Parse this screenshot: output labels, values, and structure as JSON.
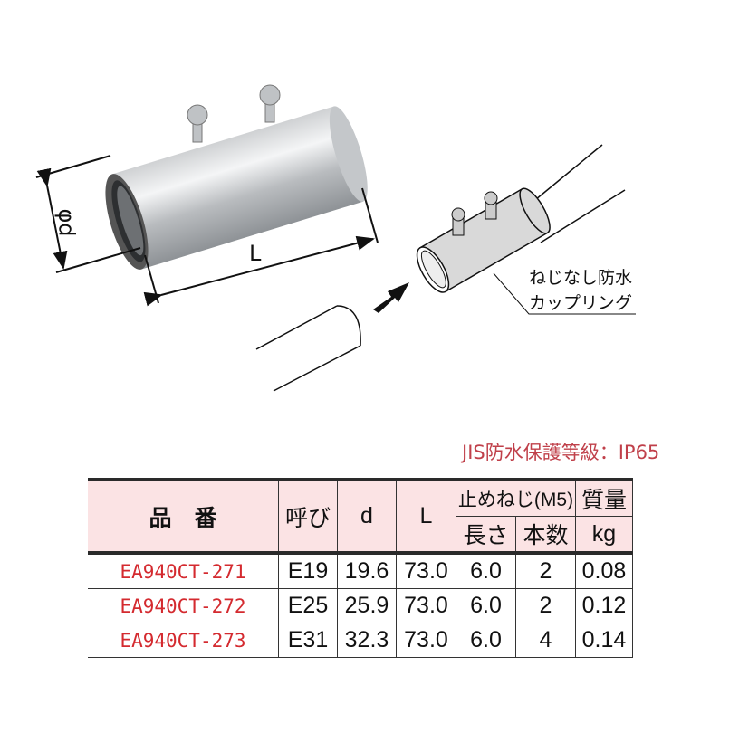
{
  "illustration": {
    "dim_diameter": "φd",
    "dim_length": "L",
    "callout_line1": "ねじなし防水",
    "callout_line2": "カップリング"
  },
  "note": "JIS防水保護等級：IP65",
  "table": {
    "headers": {
      "part_no": "品　番",
      "size": "呼び",
      "d": "d",
      "L": "L",
      "set_screw": "止めねじ(M5)",
      "screw_length": "長さ",
      "screw_count": "本数",
      "mass": "質量",
      "mass_unit": "kg"
    },
    "rows": [
      {
        "part_no": "EA940CT-271",
        "size": "E19",
        "d": "19.6",
        "L": "73.0",
        "screw_length": "6.0",
        "screw_count": "2",
        "mass": "0.08"
      },
      {
        "part_no": "EA940CT-272",
        "size": "E25",
        "d": "25.9",
        "L": "73.0",
        "screw_length": "6.0",
        "screw_count": "2",
        "mass": "0.12"
      },
      {
        "part_no": "EA940CT-273",
        "size": "E31",
        "d": "32.3",
        "L": "73.0",
        "screw_length": "6.0",
        "screw_count": "4",
        "mass": "0.14"
      }
    ]
  },
  "colors": {
    "part_no": "#d42a2f",
    "note": "#c0404a",
    "header_bg": "#fbe3e4"
  }
}
